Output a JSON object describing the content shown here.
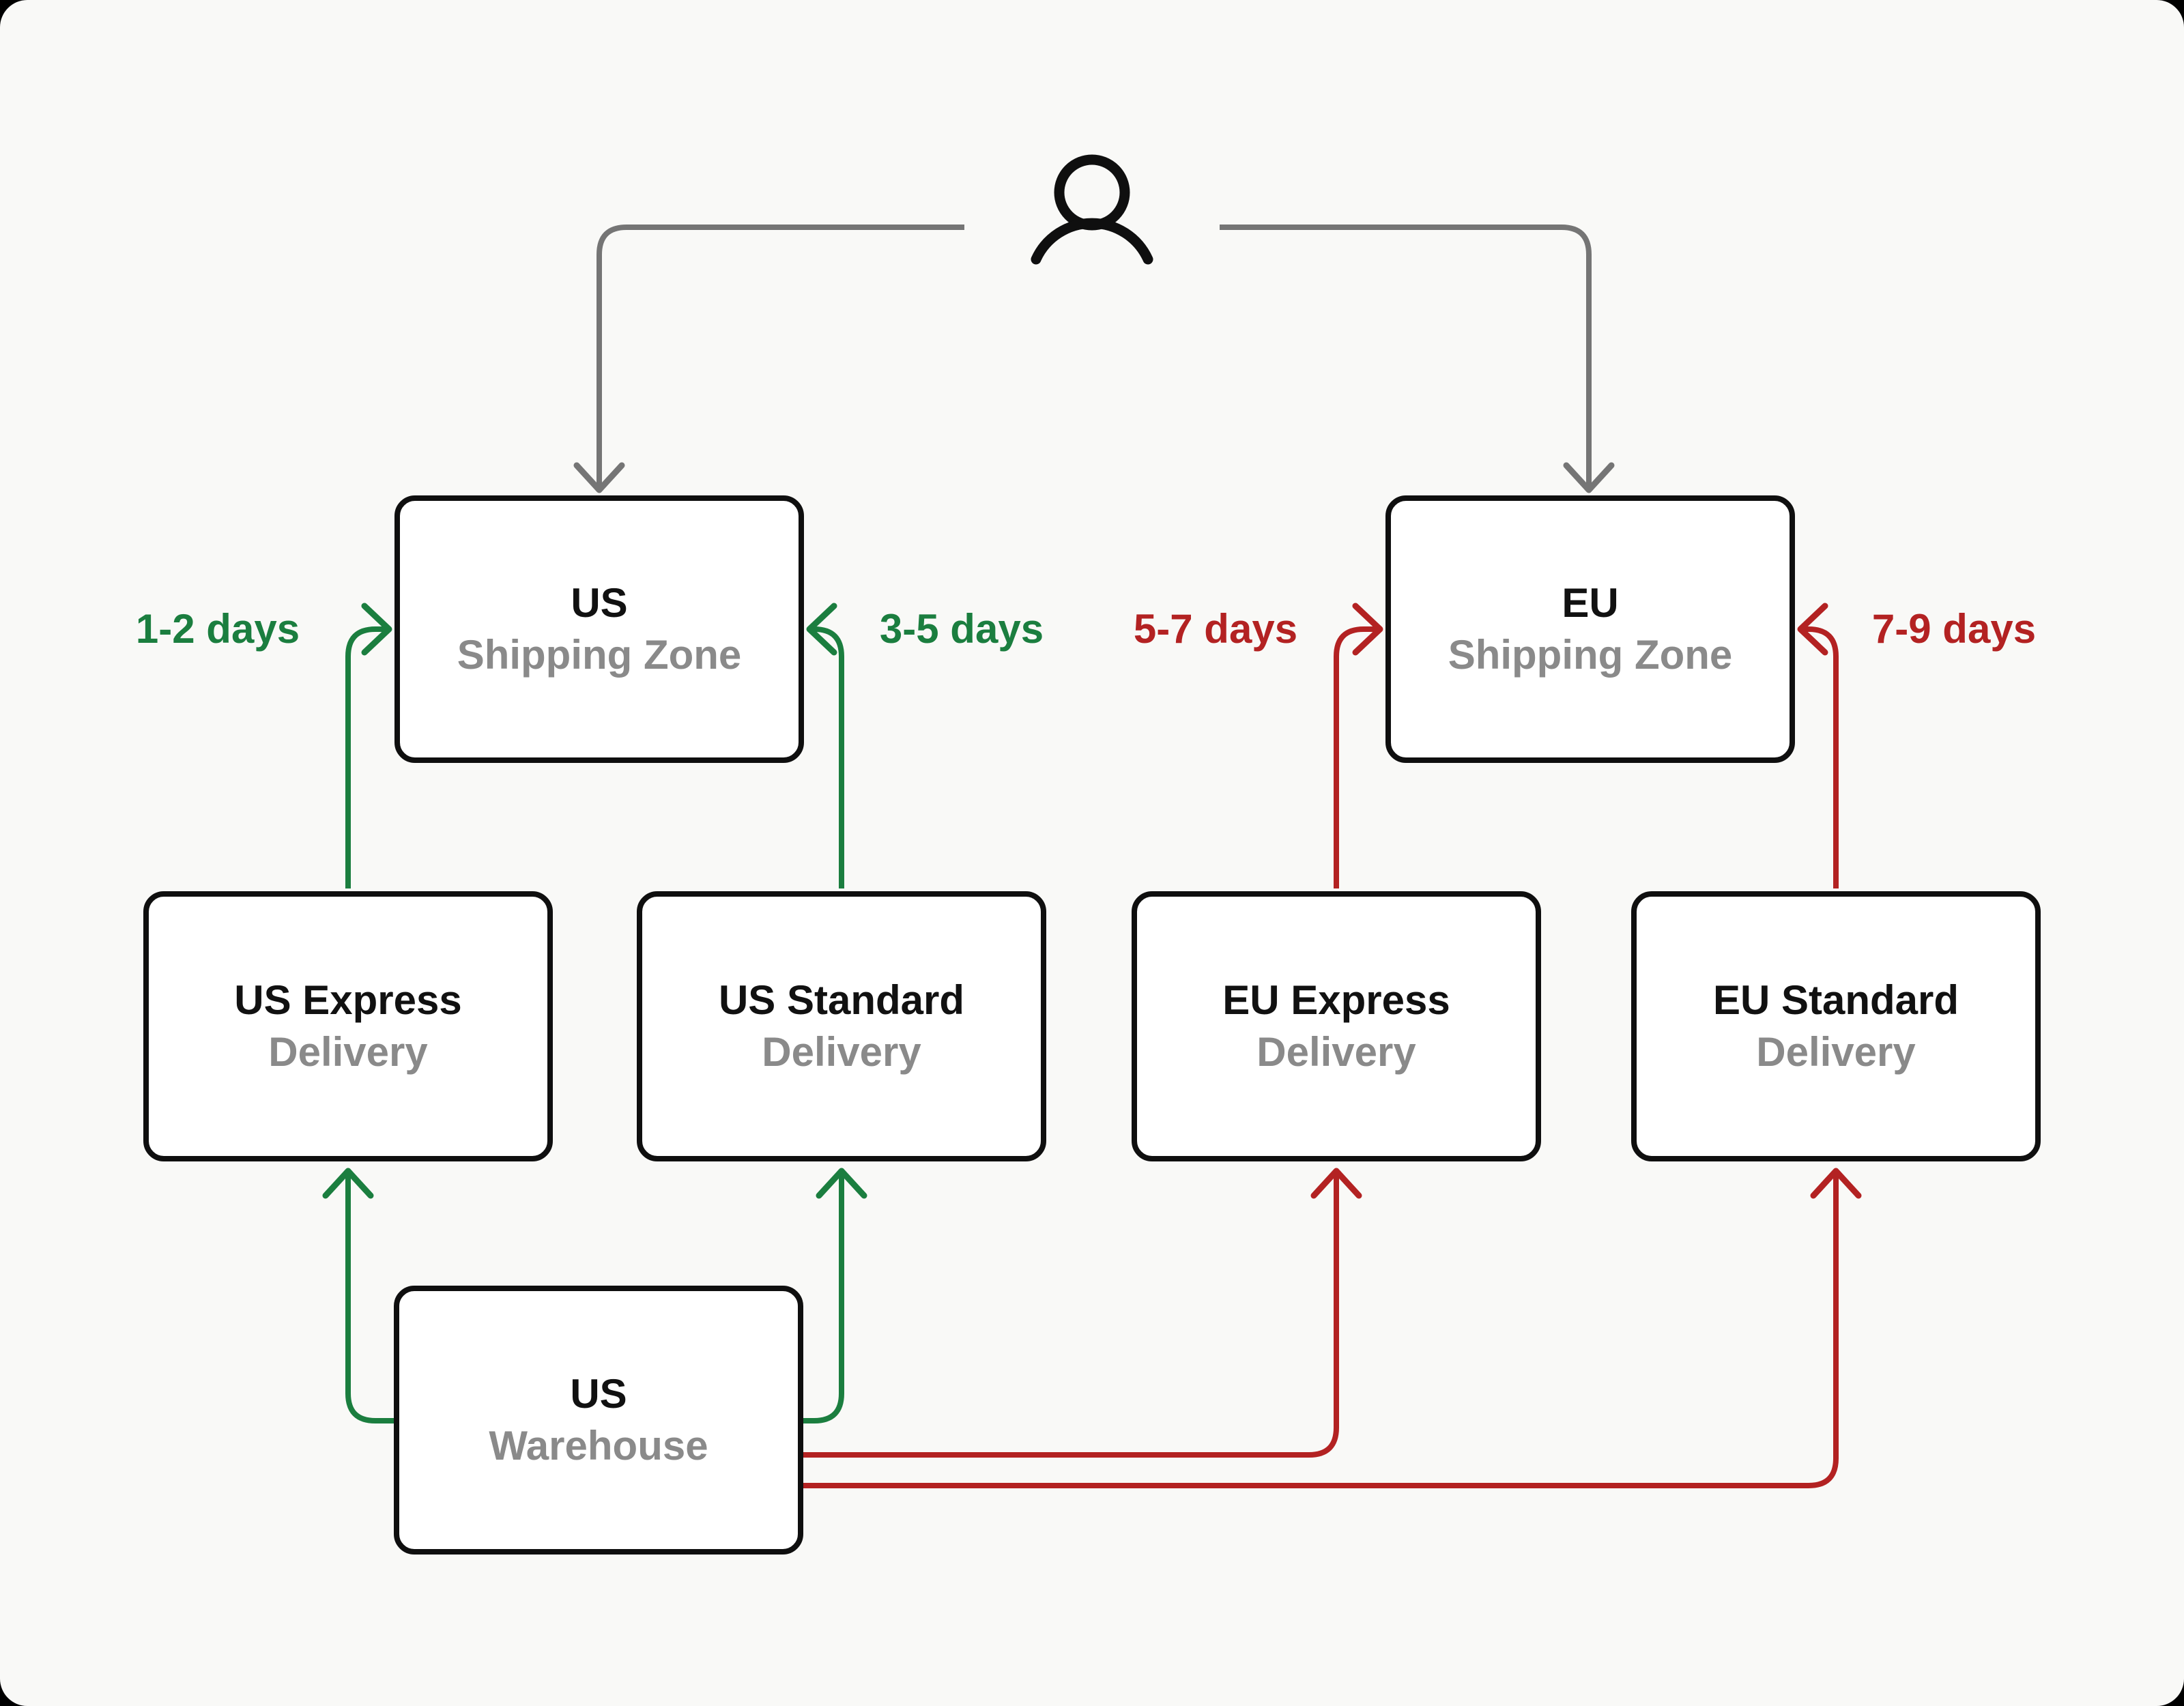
{
  "nodes": {
    "us_zone": {
      "title": "US",
      "subtitle": "Shipping Zone"
    },
    "eu_zone": {
      "title": "EU",
      "subtitle": "Shipping Zone"
    },
    "us_express": {
      "title": "US Express",
      "subtitle": "Delivery"
    },
    "us_standard": {
      "title": "US Standard",
      "subtitle": "Delivery"
    },
    "eu_express": {
      "title": "EU Express",
      "subtitle": "Delivery"
    },
    "eu_standard": {
      "title": "EU Standard",
      "subtitle": "Delivery"
    },
    "warehouse": {
      "title": "US",
      "subtitle": "Warehouse"
    }
  },
  "edge_labels": {
    "us_express": "1-2 days",
    "us_standard": "3-5 days",
    "eu_express": "5-7 days",
    "eu_standard": "7-9 days"
  },
  "icons": {
    "customer": "person-icon"
  },
  "colors": {
    "green": "#1b7e3f",
    "red": "#b32222",
    "gray": "#757575",
    "box_border": "#0f0f0f",
    "title_text": "#111111",
    "subtitle_text": "#8a8a8a",
    "background": "#f9f9f7"
  }
}
